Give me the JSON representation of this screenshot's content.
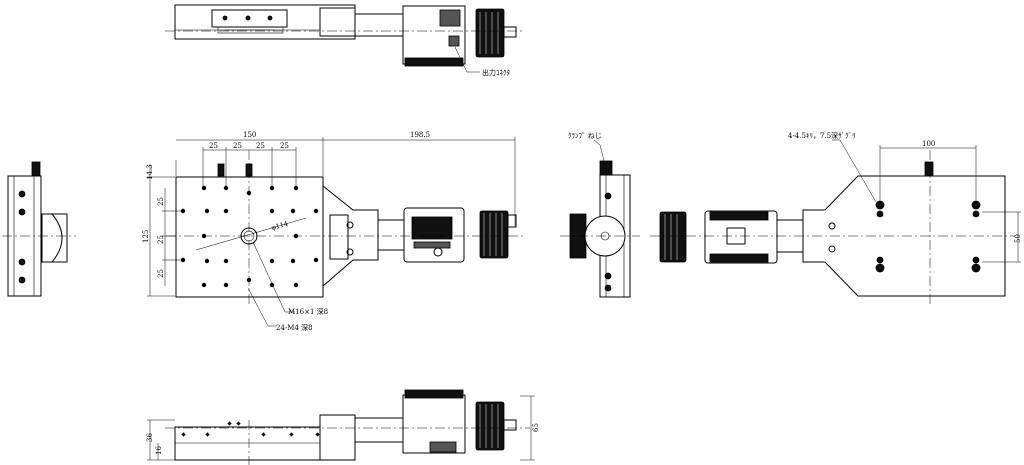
{
  "dims": {
    "width_150": "150",
    "travel_198_5": "198.5",
    "pitch_a": "25",
    "pitch_b": "25",
    "pitch_c": "25",
    "pitch_d": "25",
    "left_14_3": "14.3",
    "left_25_a": "25",
    "left_125": "125",
    "left_25_b": "25",
    "left_25_c": "25",
    "dia_114": "φ114",
    "right_100": "100",
    "right_50": "50",
    "bottom_36": "36",
    "bottom_16": "16",
    "bottom_65": "65"
  },
  "notes": {
    "output_connector": "出力ｺﾈｸﾀ",
    "clamp_screw": "ｸﾗﾝﾌﾟ ねじ",
    "counterbore": "4-4.5ｷﾘ，7.5深ｻﾞｸﾞﾘ",
    "center_thread": "M16×1 深8",
    "tapped_holes": "24-M4 深8"
  }
}
